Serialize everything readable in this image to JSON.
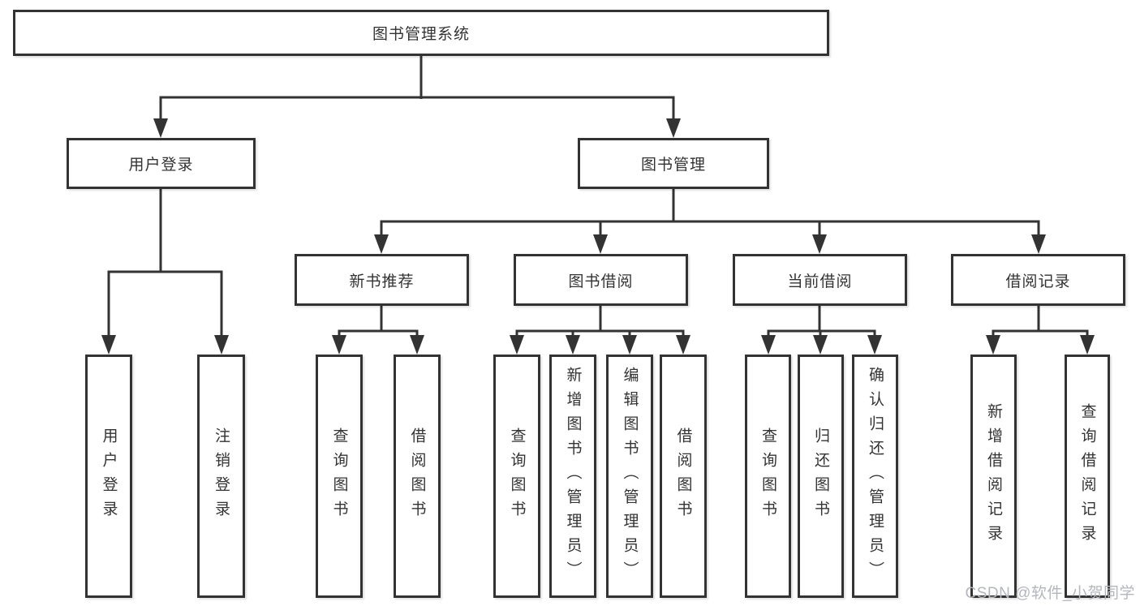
{
  "root": {
    "label": "图书管理系统"
  },
  "level2": [
    {
      "label": "用户登录"
    },
    {
      "label": "图书管理"
    }
  ],
  "level3": [
    {
      "label": "新书推荐"
    },
    {
      "label": "图书借阅"
    },
    {
      "label": "当前借阅"
    },
    {
      "label": "借阅记录"
    }
  ],
  "leaves": {
    "login": [
      {
        "label": "用户登录"
      },
      {
        "label": "注销登录"
      }
    ],
    "recommend": [
      {
        "label": "查询图书"
      },
      {
        "label": "借阅图书"
      }
    ],
    "borrow": [
      {
        "label": "查询图书"
      },
      {
        "label": "新增图书（管理员）"
      },
      {
        "label": "编辑图书（管理员）"
      },
      {
        "label": "借阅图书"
      }
    ],
    "current": [
      {
        "label": "查询图书"
      },
      {
        "label": "归还图书"
      },
      {
        "label": "确认归还（管理员）"
      }
    ],
    "records": [
      {
        "label": "新增借阅记录"
      },
      {
        "label": "查询借阅记录"
      }
    ]
  },
  "watermark": "CSDN @软件_小贺同学",
  "colors": {
    "line": "#333333",
    "text": "#333333",
    "box_bg": "#ffffff",
    "watermark": "#b3b7bd"
  }
}
